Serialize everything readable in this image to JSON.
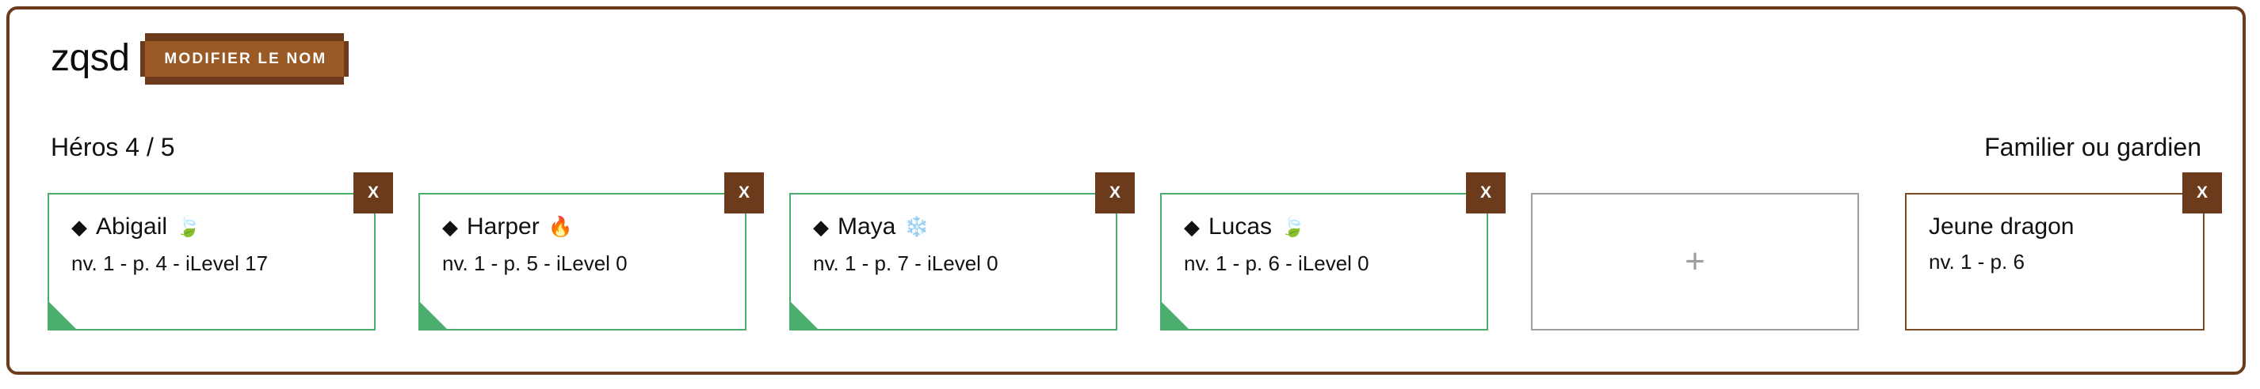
{
  "panel": {
    "border_color": "#6B3B1C"
  },
  "header": {
    "group_name": "zqsd",
    "rename_button_label": "MODIFIER LE NOM"
  },
  "heroes_section": {
    "label": "Héros 4 / 5",
    "count": 4,
    "max": 5,
    "border_color": "#4CAE6E",
    "remove_label": "X",
    "empty_slot": {
      "add_glyph": "+",
      "border_color": "#9E9E9E"
    },
    "cards": [
      {
        "gem": "◆",
        "name": "Abigail",
        "element": "🍃",
        "stats": "nv. 1 - p. 4 - iLevel 17",
        "level": 1,
        "points": 4,
        "ilevel": 17
      },
      {
        "gem": "◆",
        "name": "Harper",
        "element": "🔥",
        "stats": "nv. 1 - p. 5 - iLevel 0",
        "level": 1,
        "points": 5,
        "ilevel": 0
      },
      {
        "gem": "◆",
        "name": "Maya",
        "element": "❄️",
        "stats": "nv. 1 - p. 7 - iLevel 0",
        "level": 1,
        "points": 7,
        "ilevel": 0
      },
      {
        "gem": "◆",
        "name": "Lucas",
        "element": "🍃",
        "stats": "nv. 1 - p. 6 - iLevel 0",
        "level": 1,
        "points": 6,
        "ilevel": 0
      }
    ]
  },
  "companion_section": {
    "label": "Familier ou gardien",
    "border_color": "#7A4A24",
    "remove_label": "X",
    "cards": [
      {
        "name": "Jeune dragon",
        "stats": "nv. 1 - p. 6",
        "level": 1,
        "points": 6
      }
    ]
  }
}
